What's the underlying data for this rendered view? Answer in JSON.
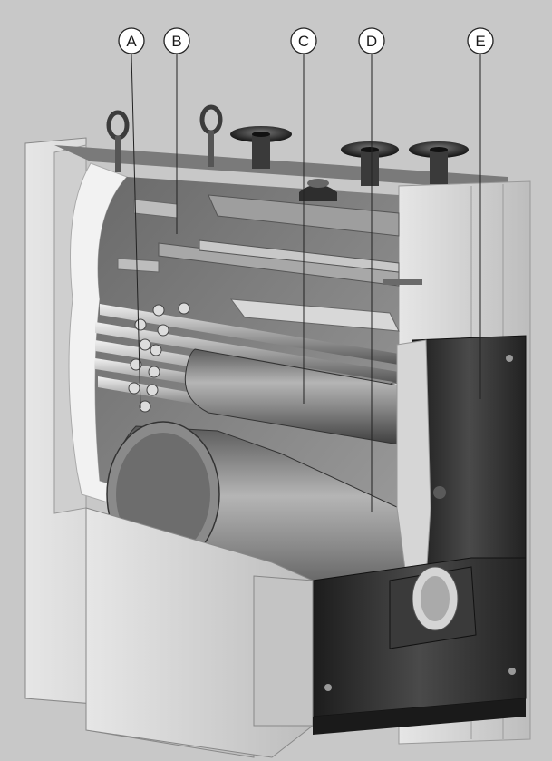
{
  "callouts": [
    {
      "id": "A",
      "label": "A"
    },
    {
      "id": "B",
      "label": "B"
    },
    {
      "id": "C",
      "label": "C"
    },
    {
      "id": "D",
      "label": "D"
    },
    {
      "id": "E",
      "label": "E"
    }
  ],
  "colors": {
    "background": "#c8c8c8",
    "insulation": "#f2f2f2",
    "cabinet_dark": "#2c2c2c",
    "steel": "#8e8e8e",
    "panel_light": "#d8d8d8"
  }
}
